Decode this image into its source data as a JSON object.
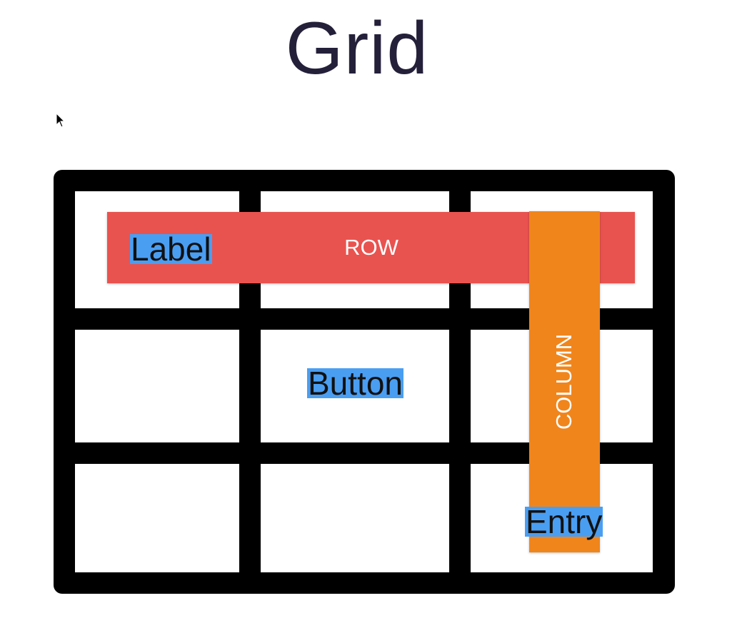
{
  "title": "Grid",
  "overlays": {
    "row_label": "ROW",
    "column_label": "COLUMN"
  },
  "widgets": {
    "label": "Label",
    "button": "Button",
    "entry": "Entry"
  },
  "colors": {
    "grid_lines": "#000000",
    "row_bar": "#e9534f",
    "column_bar": "#f0851c",
    "widget_highlight": "#4a9ef2",
    "title": "#24203a"
  },
  "grid": {
    "rows": 3,
    "columns": 3
  },
  "icons": {
    "cursor": "mouse-pointer-icon"
  }
}
